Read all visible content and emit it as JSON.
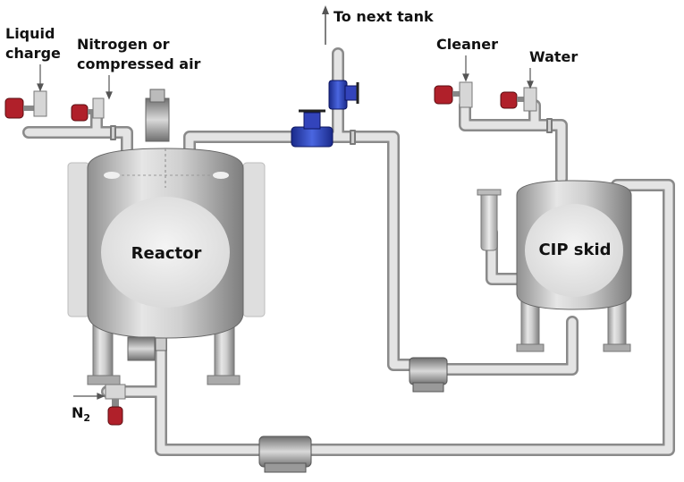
{
  "labels": {
    "liquid_charge_1": "Liquid",
    "liquid_charge_2": "charge",
    "nitrogen_1": "Nitrogen or",
    "nitrogen_2": "compressed air",
    "to_next_tank": "To next tank",
    "cleaner": "Cleaner",
    "water": "Water",
    "n2": "N",
    "n2_sub": "2"
  },
  "vessels": {
    "reactor": "Reactor",
    "cip_skid": "CIP skid"
  },
  "colors": {
    "pipe": "#c9c9c9",
    "pipe_edge": "#8a8a8a",
    "valve_blue": "#2233aa",
    "actuator_red": "#b0202a",
    "vessel": "#bdbdbd"
  }
}
